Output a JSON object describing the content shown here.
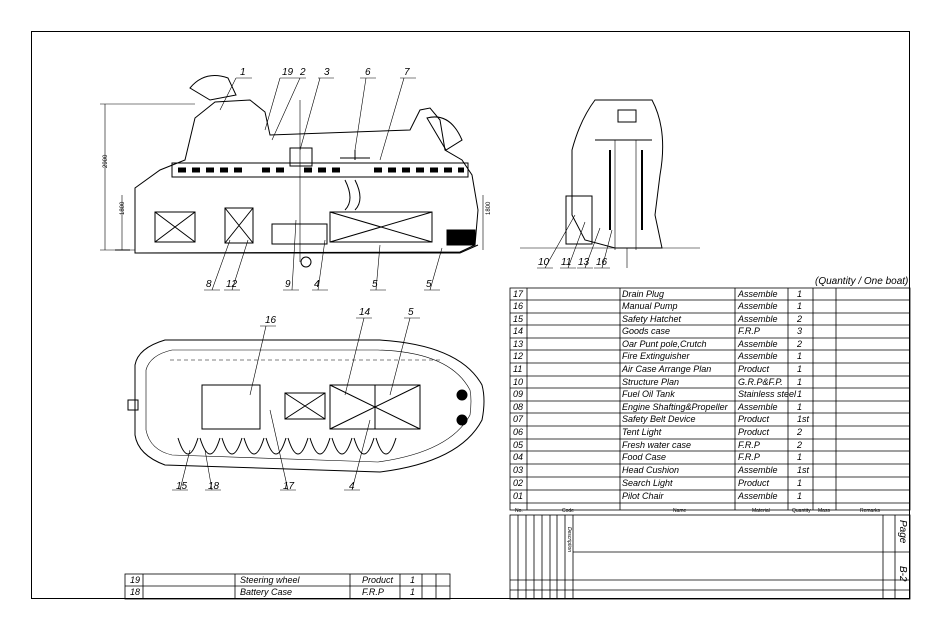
{
  "quantity_note": "(Quantity / One boat)",
  "parts_table": [
    {
      "no": "17",
      "name": "Drain Plug",
      "material": "Assemble",
      "qty": "1"
    },
    {
      "no": "16",
      "name": "Manual Pump",
      "material": "Assemble",
      "qty": "1"
    },
    {
      "no": "15",
      "name": "Safety Hatchet",
      "material": "Assemble",
      "qty": "2"
    },
    {
      "no": "14",
      "name": "Goods case",
      "material": "F.R.P",
      "qty": "3"
    },
    {
      "no": "13",
      "name": "Oar Punt pole,Crutch",
      "material": "Assemble",
      "qty": "2"
    },
    {
      "no": "12",
      "name": "Fire Extinguisher",
      "material": "Assemble",
      "qty": "1"
    },
    {
      "no": "11",
      "name": "Air Case Arrange Plan",
      "material": "Product",
      "qty": "1"
    },
    {
      "no": "10",
      "name": "Structure Plan",
      "material": "G.R.P&F.P.",
      "qty": "1"
    },
    {
      "no": "09",
      "name": "Fuel Oil Tank",
      "material": "Stainless steel",
      "qty": "1"
    },
    {
      "no": "08",
      "name": "Engine Shafting&Propeller",
      "material": "Assemble",
      "qty": "1"
    },
    {
      "no": "07",
      "name": "Safety Belt Device",
      "material": "Product",
      "qty": "1st"
    },
    {
      "no": "06",
      "name": "Tent Light",
      "material": "Product",
      "qty": "2"
    },
    {
      "no": "05",
      "name": "Fresh water case",
      "material": "F.R.P",
      "qty": "2"
    },
    {
      "no": "04",
      "name": "Food Case",
      "material": "F.R.P",
      "qty": "1"
    },
    {
      "no": "03",
      "name": "Head Cushion",
      "material": "Assemble",
      "qty": "1st"
    },
    {
      "no": "02",
      "name": "Search Light",
      "material": "Product",
      "qty": "1"
    },
    {
      "no": "01",
      "name": "Pilot Chair",
      "material": "Assemble",
      "qty": "1"
    }
  ],
  "table_headers": {
    "no": "No.",
    "code": "Code",
    "name": "Name",
    "material": "Material",
    "qty": "Quantity",
    "mass": "Mass",
    "remarks": "Remarks"
  },
  "lower_table": [
    {
      "no": "19",
      "name": "Steering wheel",
      "material": "Product",
      "qty": "1"
    },
    {
      "no": "18",
      "name": "Battery Case",
      "material": "F.R.P",
      "qty": "1"
    }
  ],
  "title_block": {
    "page_label": "Page",
    "sheet": "B-2",
    "description": "Description"
  },
  "callouts_side": [
    "1",
    "19",
    "2",
    "3",
    "6",
    "7",
    "8",
    "12",
    "9",
    "4",
    "5",
    "5"
  ],
  "callouts_end": [
    "10",
    "11",
    "13",
    "16"
  ],
  "callouts_plan": [
    "16",
    "14",
    "5",
    "15",
    "18",
    "17",
    "4"
  ],
  "dimensions": [
    "2900",
    "1800",
    "1800"
  ]
}
